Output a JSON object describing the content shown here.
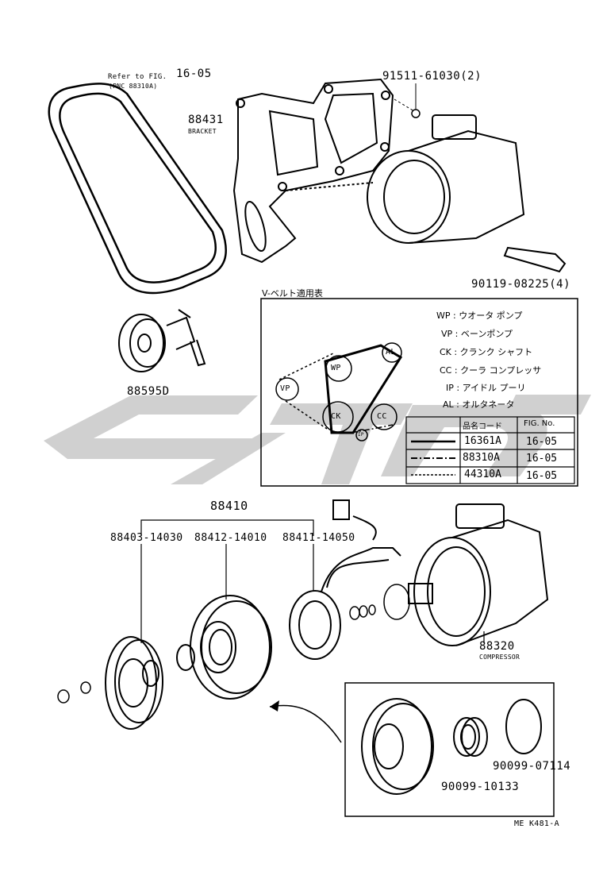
{
  "refs": {
    "refer_fig": "Refer to FIG.",
    "refer_fig_no": "16-05",
    "refer_pnc": "(PNC 88310A)",
    "bolt_top": "91511-61030(2)",
    "bracket_no": "88431",
    "bracket_name": "BRACKET",
    "bolt_long": "90119-08225(4)",
    "idler": "88595D",
    "clutch_assy": "88410",
    "part_a": "88403-14030",
    "part_b": "88412-14010",
    "part_c": "88411-14050",
    "compressor_no": "88320",
    "compressor_name": "COMPRESSOR",
    "snap_ring": "90099-07114",
    "bearing": "90099-10133",
    "diagram_id": "ME K481-A"
  },
  "belt_table": {
    "title": "V-ベルト適用表",
    "legend": [
      {
        "code": "WP",
        "desc": "ウオータ ポンプ"
      },
      {
        "code": "VP",
        "desc": "ベーンポンプ"
      },
      {
        "code": "CK",
        "desc": "クランク シャフト"
      },
      {
        "code": "CC",
        "desc": "クーラ コンプレッサ"
      },
      {
        "code": "IP",
        "desc": "アイドル プーリ"
      },
      {
        "code": "AL",
        "desc": "オルタネータ"
      }
    ],
    "header_code": "品名コード",
    "header_fig": "FIG. No.",
    "rows": [
      {
        "code": "16361A",
        "fig": "16-05"
      },
      {
        "code": "88310A",
        "fig": "16-05"
      },
      {
        "code": "44310A",
        "fig": "16-05"
      }
    ],
    "pulleys": [
      "VP",
      "WP",
      "AL",
      "CK",
      "CC",
      "IP"
    ]
  }
}
